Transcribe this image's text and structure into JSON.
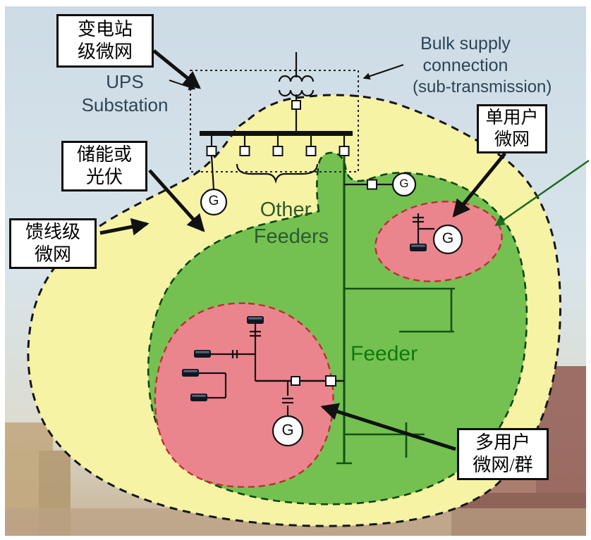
{
  "diagram": {
    "boxes": {
      "substation": {
        "line1": "变电站",
        "line2": "级微网"
      },
      "single_user": {
        "line1": "单用户",
        "line2": "微网"
      },
      "storage": {
        "line1": "储能或",
        "line2": "光伏"
      },
      "feeder_level": {
        "line1": "馈线级",
        "line2": "微网"
      },
      "multi_user": {
        "line1": "多用户",
        "line2": "微网/群"
      }
    },
    "texts": {
      "ups_line1": "UPS",
      "ups_line2": "Substation",
      "bulk_line1": "Bulk supply",
      "bulk_line2": "connection",
      "bulk_line3": "(sub-transmission)",
      "other_line1": "Other",
      "other_line2": "Feeders",
      "feeder": "Feeder",
      "generator": "G"
    },
    "colors": {
      "yellow_region": "#f7f3a5",
      "green_region": "#74c152",
      "red_region": "#ea858e",
      "yellow_border": "#161616",
      "green_border": "#0b470b",
      "red_border": "#bb3030",
      "wire": "#111111",
      "feeder_wire": "#134f13",
      "dark_text": "#2f4456",
      "green_text": "#0e7a0e"
    }
  }
}
